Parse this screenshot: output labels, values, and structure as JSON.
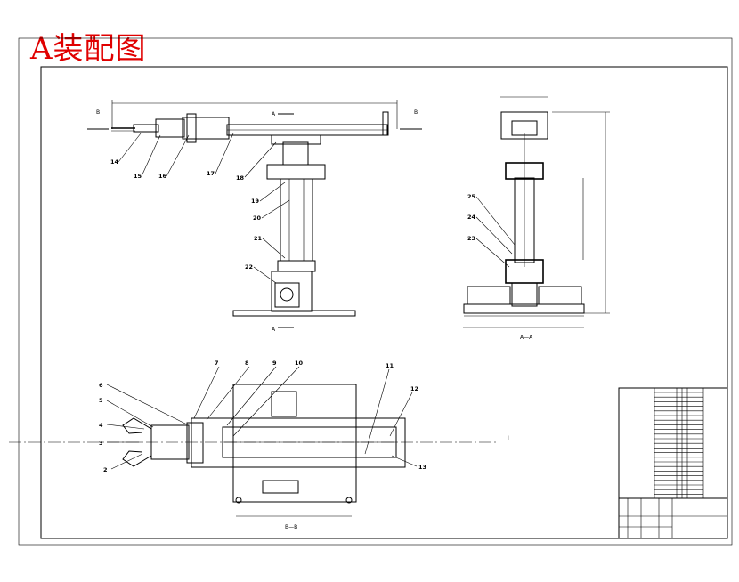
{
  "title": "A装配图",
  "views": {
    "section_b_marker": "B",
    "section_a_marker": "A",
    "view_aa_caption": "A—A",
    "view_bb_caption": "B—B",
    "note_mark": "I"
  },
  "part_numbers": [
    "2",
    "3",
    "4",
    "5",
    "6",
    "7",
    "8",
    "9",
    "10",
    "11",
    "12",
    "13",
    "14",
    "15",
    "16",
    "17",
    "18",
    "19",
    "20",
    "21",
    "22",
    "23",
    "24",
    "25"
  ],
  "colors": {
    "title": "#e00000",
    "line": "#000000"
  }
}
